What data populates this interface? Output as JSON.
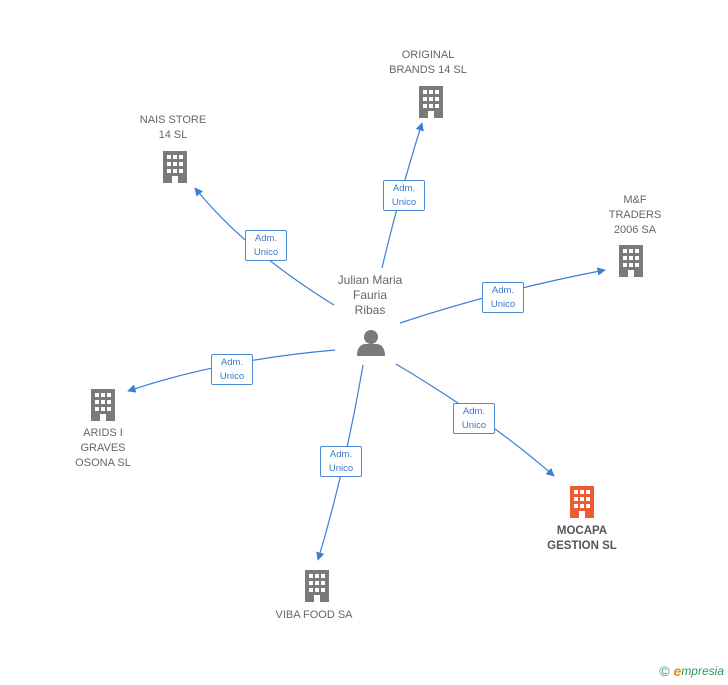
{
  "colors": {
    "edge": "#3a7fd5",
    "building": "#7a7a7a",
    "building_highlight": "#f05a30",
    "person": "#7a7a7a"
  },
  "center": {
    "name": "Julian Maria\nFauria\nRibas",
    "icon": "person-icon"
  },
  "companies": [
    {
      "id": "original-brands",
      "name": "ORIGINAL\nBRANDS 14  SL",
      "icon": "building-icon",
      "highlight": false,
      "role": "Adm.\nUnico"
    },
    {
      "id": "nais-store",
      "name": "NAIS STORE\n14  SL",
      "icon": "building-icon",
      "highlight": false,
      "role": "Adm.\nUnico"
    },
    {
      "id": "mf-traders",
      "name": "M&F\nTRADERS\n2006 SA",
      "icon": "building-icon",
      "highlight": false,
      "role": "Adm.\nUnico"
    },
    {
      "id": "arids-graves",
      "name": "ARIDS I\nGRAVES\nOSONA  SL",
      "icon": "building-icon",
      "highlight": false,
      "role": "Adm.\nUnico"
    },
    {
      "id": "viba-food",
      "name": "VIBA FOOD SA",
      "icon": "building-icon",
      "highlight": false,
      "role": "Adm.\nUnico"
    },
    {
      "id": "mocapa-gestion",
      "name": "MOCAPA\nGESTION SL",
      "icon": "building-icon",
      "highlight": true,
      "role": "Adm.\nUnico"
    }
  ],
  "footer": {
    "copyright": "©",
    "brand_initial": "e",
    "brand_rest": "mpresia"
  }
}
